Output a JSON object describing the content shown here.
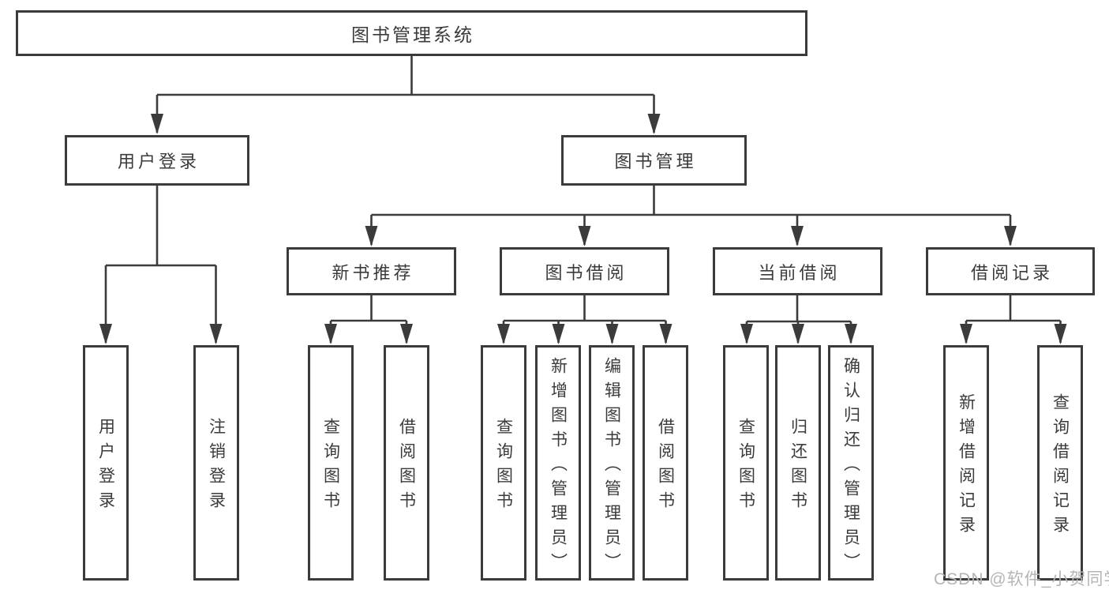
{
  "style": {
    "background": "#ffffff",
    "line_color": "#3b3b3b",
    "text_color": "#3b3b3b",
    "box_fill": "#ffffff",
    "watermark_color": "#b5b5b5"
  },
  "diagram": {
    "root": {
      "label": "图书管理系统"
    },
    "branches": [
      {
        "label": "用户登录",
        "children": [
          {
            "label": "用户登录"
          },
          {
            "label": "注销登录"
          }
        ]
      },
      {
        "label": "图书管理",
        "children": [
          {
            "label": "新书推荐",
            "children": [
              {
                "label": "查询图书"
              },
              {
                "label": "借阅图书"
              }
            ]
          },
          {
            "label": "图书借阅",
            "children": [
              {
                "label": "查询图书"
              },
              {
                "label": "新增图书（管理员）"
              },
              {
                "label": "编辑图书（管理员）"
              },
              {
                "label": "借阅图书"
              }
            ]
          },
          {
            "label": "当前借阅",
            "children": [
              {
                "label": "查询图书"
              },
              {
                "label": "归还图书"
              },
              {
                "label": "确认归还（管理员）"
              }
            ]
          },
          {
            "label": "借阅记录",
            "children": [
              {
                "label": "新增借阅记录"
              },
              {
                "label": "查询借阅记录"
              }
            ]
          }
        ]
      }
    ]
  },
  "watermark": {
    "text": "CSDN @软件_小贺同学"
  }
}
